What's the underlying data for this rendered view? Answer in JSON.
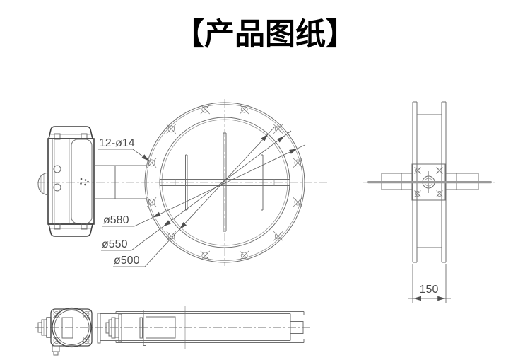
{
  "header": {
    "title": "【产品图纸】"
  },
  "front_view": {
    "dim_bolt_holes": "12-ø14",
    "dim_flange_od": "ø580",
    "dim_bolt_circle": "ø550",
    "dim_bore": "ø500"
  },
  "side_view": {
    "dim_face_width": "150"
  },
  "colors": {
    "background": "#ffffff",
    "title_text": "#000000",
    "drawing_line": "#6f6f6f",
    "bold_line": "#3f3f3f",
    "dimension_text": "#4a4a4a",
    "centerline": "#9f9f9f"
  }
}
